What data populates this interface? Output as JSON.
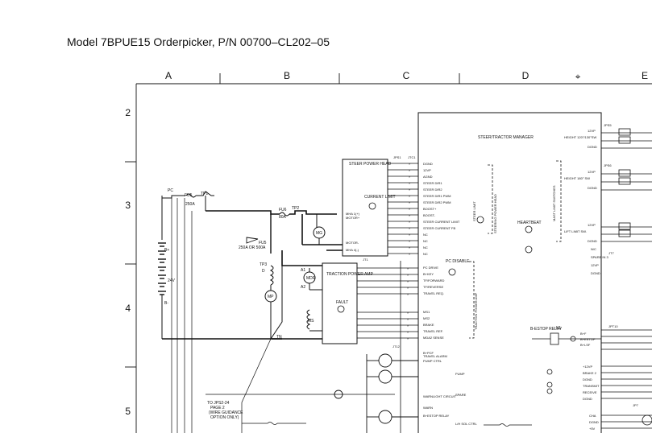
{
  "title": "Model 7BPUE15 Orderpicker, P/N 00700–CL202–05",
  "grid": {
    "cols": [
      "A",
      "B",
      "C",
      "D",
      "⌖",
      "E"
    ],
    "rows": [
      "2",
      "3",
      "4",
      "5"
    ]
  },
  "blocks": {
    "steer_head": "STEER POWER HEAD",
    "current_limit": "CURRENT LIMIT",
    "manager": "STEER/TRACTOR MANAGER",
    "steering_power_head": "STEERING POWER HEAD",
    "traction_amp": "TRACTION POWER AMP",
    "traction_power_amp_v": "TRACTION POWER AMP",
    "fault": "FAULT",
    "steer_limit": "STEER LIMIT",
    "heartbeat": "HEARTBEAT",
    "mast_limit": "MAST LIMIT SWITCHES",
    "pc_disable": "PC DISABLE",
    "estop_relay": "B-ESTOP RELAY",
    "relay_k1": "K1"
  },
  "left": {
    "pc": "PC",
    "fu5": "FU5",
    "fu5_val": "250A",
    "tp1": "TP1",
    "fu4": "FU6",
    "fu4_val": "80A",
    "tp2": "TP2",
    "fu3": "FU5",
    "fu3_val": "250A OR 500A",
    "tp3": "TP3",
    "batt": "B+",
    "batt_v": "24V",
    "bminus": "B-",
    "tn": "TN",
    "mg": "MG",
    "mp": "MP",
    "mdr": "MDR",
    "ms": "MS",
    "a1": "A1",
    "a2": "A2",
    "d": "D",
    "note1": "TO JPS2-24",
    "note2": "PAGE 2",
    "note3": "(WIRE GUIDANCE",
    "note4": "OPTION ONLY)"
  },
  "steer_pins_left": [
    "MHA 1(+)",
    "MOTOR+",
    "MOTOR-",
    "MHA 4(-)"
  ],
  "steer_pins_right": [
    "DGND",
    "12VP",
    "AGND",
    "STEER DIR1",
    "STEER DIR2",
    "STEER DIR1 PWM",
    "STEER DIR2 PWM",
    "BOOST+",
    "BOOST-",
    "STEER CURRENT LIMIT",
    "STEER CURRENT FB",
    "NC",
    "NC",
    "NC",
    "NC"
  ],
  "traction_pins": [
    "PC DRIVE",
    "B+KEY",
    "TF/FORWARD",
    "TF/REVERSE",
    "TRAVEL REQ.",
    "MS1",
    "MS2",
    "BRAKE",
    "TRAVEL REF.",
    "MDA2 SENSE"
  ],
  "pump_pins": [
    "B+PCF",
    "PUMP CTRL"
  ],
  "misc_labels": [
    "TRAVEL ALARM",
    "PUMP",
    "SPARE",
    "WARN",
    "B+ESTOP RELAY",
    "L/H SOL CTRL",
    "WARNLIGHT CIRCUIT"
  ],
  "jp_labels": [
    "JPS1",
    "JTC1",
    "JT1",
    "JT12",
    "JPS5",
    "JPS6",
    "JT7",
    "JPT10",
    "JP7"
  ],
  "mast": {
    "rows": [
      {
        "v": "12VP",
        "sw": "HEIGHT 120°/130°SW",
        "g": "DGND"
      },
      {
        "v": "12VP",
        "sw": "HEIGHT 180° SW",
        "g": "DGND"
      },
      {
        "v": "12VP",
        "sw": "LIFT LIMIT SW.",
        "g": "DGND"
      }
    ],
    "extra": [
      "N/C",
      "SPARE IN 3",
      "12VP",
      "DGND"
    ]
  },
  "lower_right": [
    "+12VP",
    "BRAKE 2",
    "DGND",
    "TRANSMIT",
    "RECEIVE",
    "DGND"
  ],
  "estop_pins": [
    "B+F",
    "B+ESTOP",
    "B+LSF"
  ],
  "bottom_pins": [
    "CHA",
    "DGND",
    "+5V"
  ]
}
